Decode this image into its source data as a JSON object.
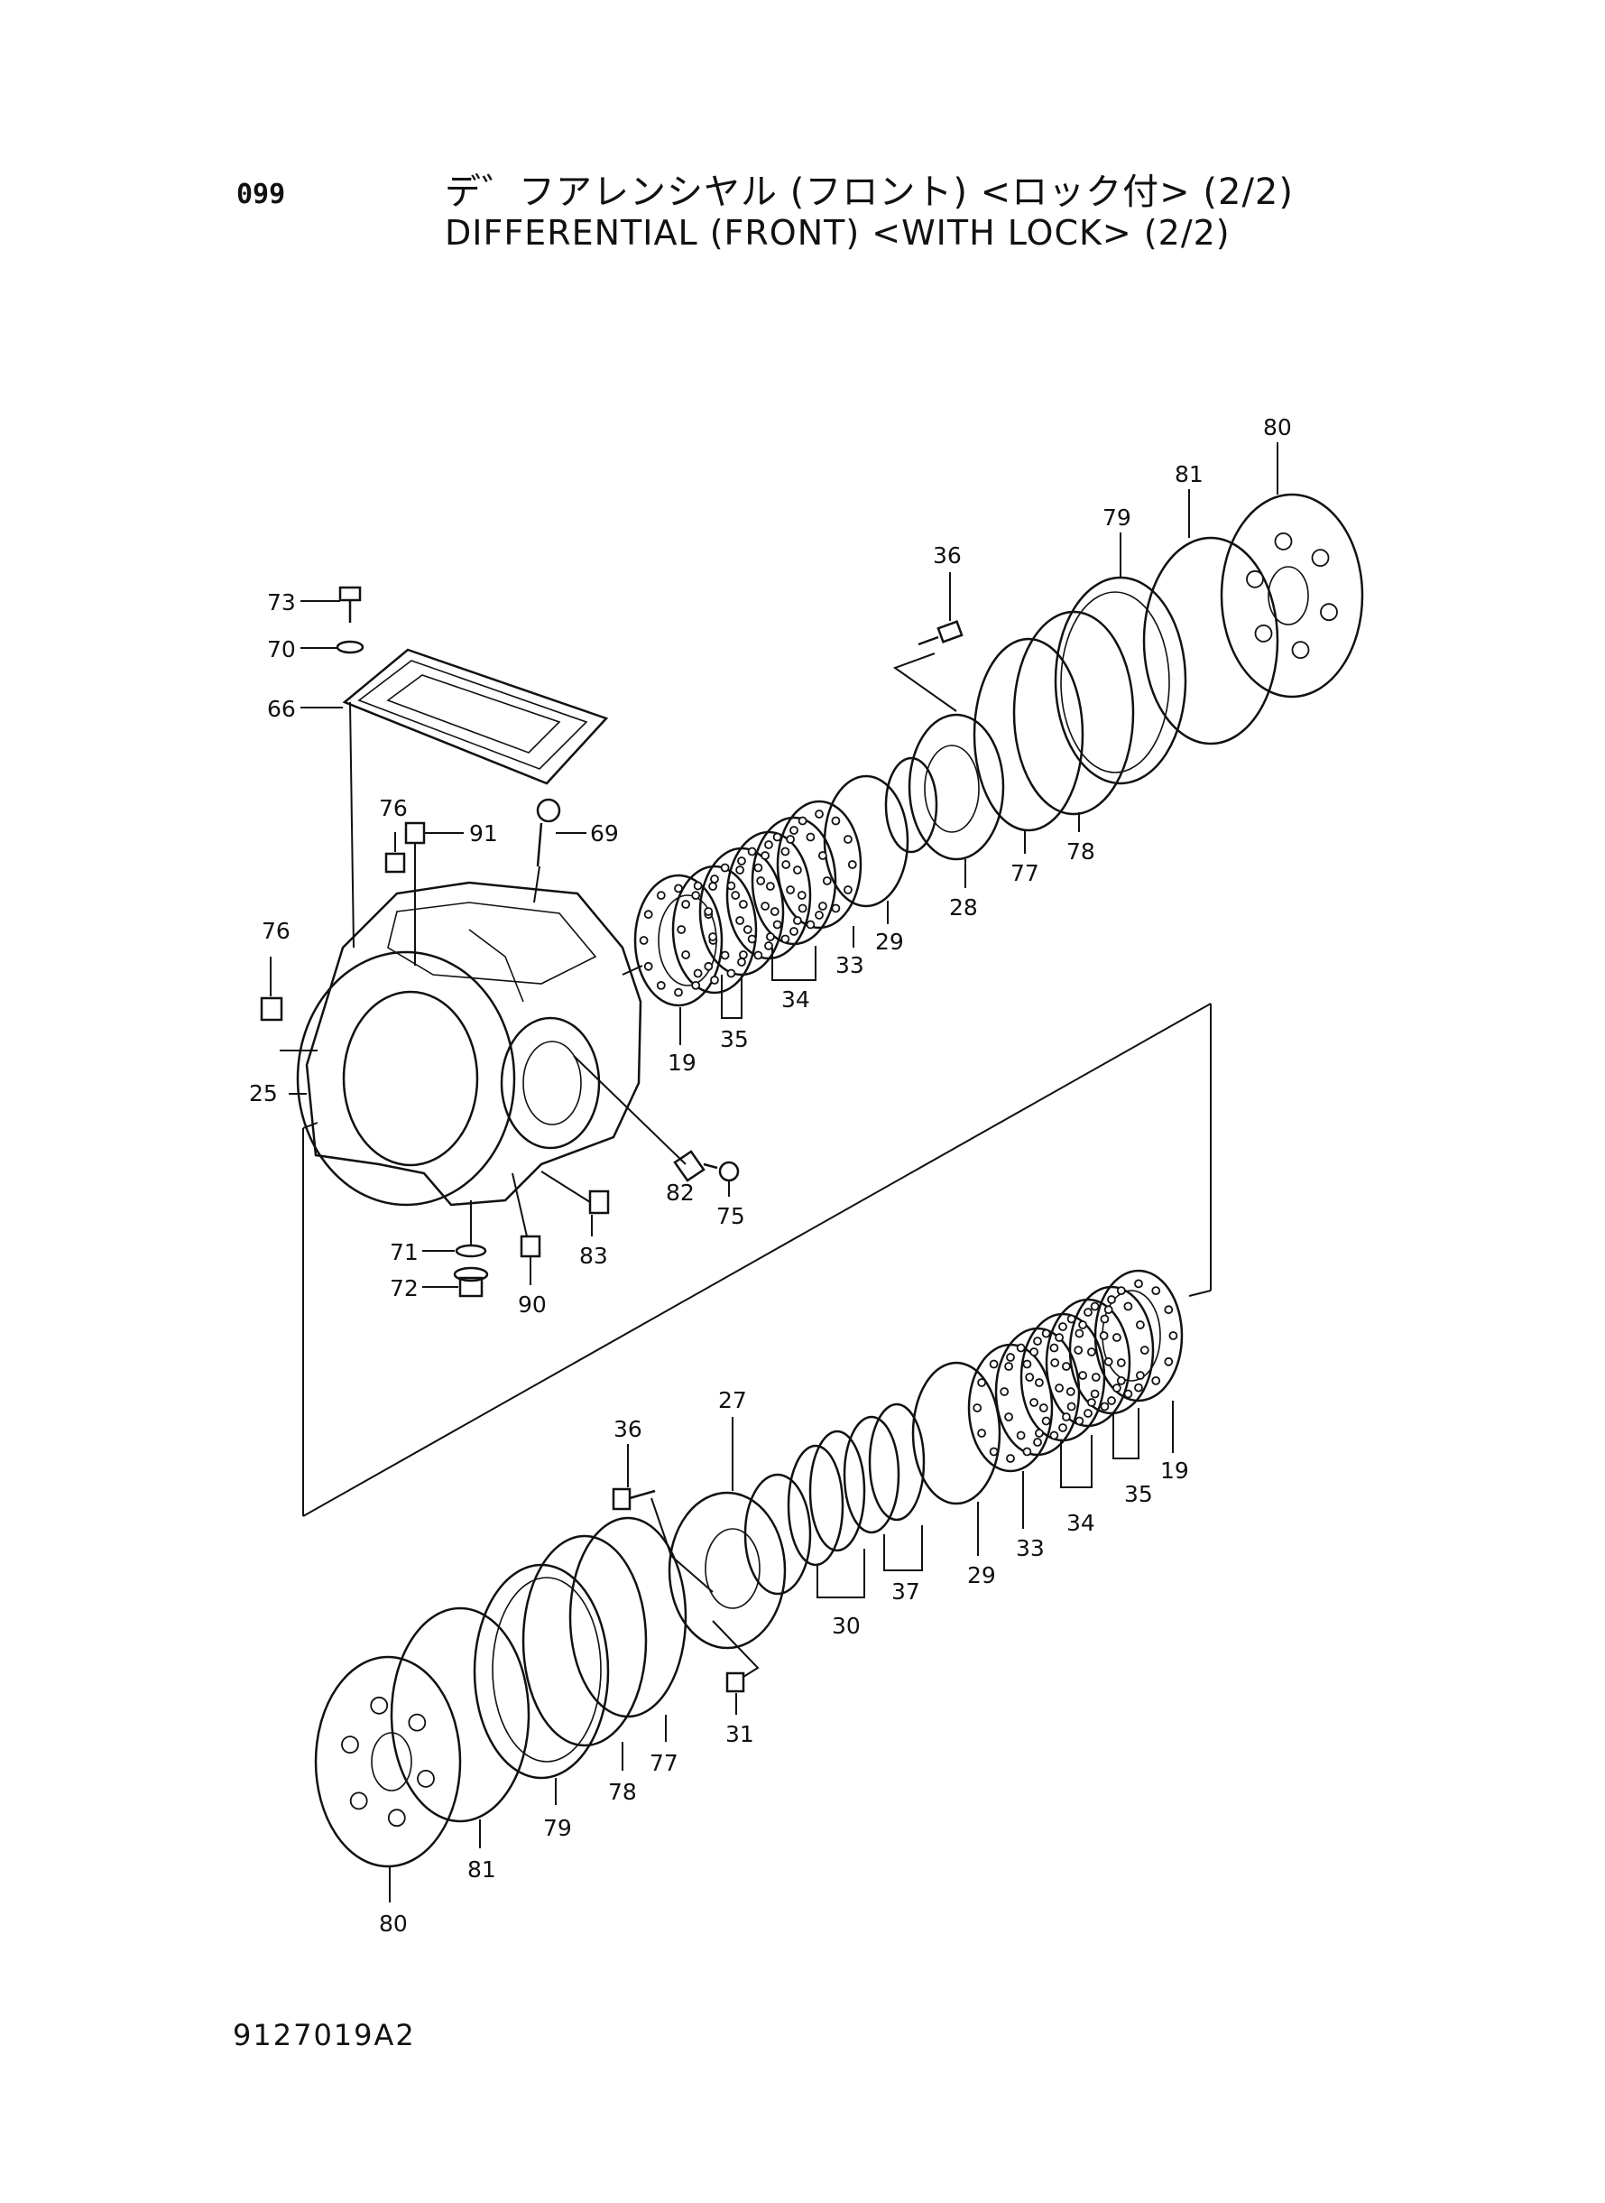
{
  "header": {
    "page_number": "099",
    "title_jp": "デ゛フアレンシヤル (フロント) <ロック付> (2/2)",
    "title_en": "DIFFERENTIAL (FRONT) <WITH LOCK> (2/2)"
  },
  "footer": {
    "doc_code": "9127019A2"
  },
  "callouts": {
    "c73": "73",
    "c70": "70",
    "c66": "66",
    "c76a": "76",
    "c91": "91",
    "c69": "69",
    "c76b": "76",
    "c25": "25",
    "c19a": "19",
    "c35a": "35",
    "c34a": "34",
    "c33a": "33",
    "c29a": "29",
    "c28": "28",
    "c36a": "36",
    "c77a": "77",
    "c78a": "78",
    "c79a": "79",
    "c81a": "81",
    "c80a": "80",
    "c82": "82",
    "c75": "75",
    "c83": "83",
    "c71": "71",
    "c72": "72",
    "c90": "90",
    "c27": "27",
    "c36b": "36",
    "c29b": "29",
    "c33b": "33",
    "c34b": "34",
    "c35b": "35",
    "c19b": "19",
    "c30": "30",
    "c37": "37",
    "c31": "31",
    "c77b": "77",
    "c78b": "78",
    "c79b": "79",
    "c81b": "81",
    "c80b": "80"
  }
}
